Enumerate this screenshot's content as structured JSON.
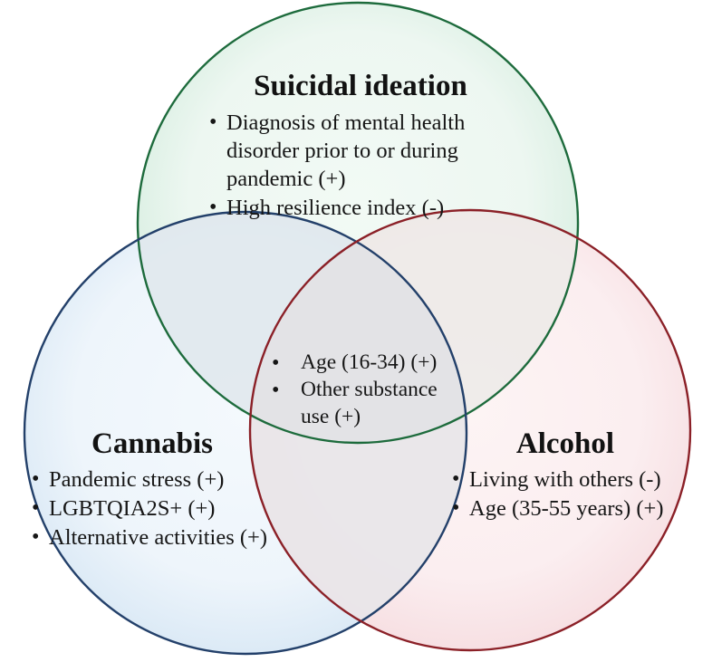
{
  "figure": {
    "type": "venn-diagram",
    "set_count": 3,
    "background_color": "#ffffff"
  },
  "groups": {
    "suicidal_ideation": {
      "title": "Suicidal ideation",
      "color_fill": "#eaf5ee",
      "color_stroke": "#1d6b3c",
      "items": [
        "Diagnosis of mental health disorder prior to or during pandemic (+)",
        "High resilience index (-)"
      ]
    },
    "cannabis": {
      "title": "Cannabis",
      "color_fill": "#eaf2f9",
      "color_stroke": "#1f3a60",
      "items": [
        "Pandemic stress (+)",
        "LGBTQIA2S+ (+)",
        "Alternative activities (+)"
      ]
    },
    "alcohol": {
      "title": "Alcohol",
      "color_fill": "#fbeced",
      "color_stroke": "#8b1f26",
      "items": [
        "Living with others (-)",
        "Age (35-55 years) (+)"
      ]
    },
    "intersection_all": {
      "title": "",
      "color_fill": "#e3e3e6",
      "items": [
        "Age (16-34) (+)",
        "Other substance use (+)"
      ]
    }
  },
  "bullet_glyph": "•"
}
